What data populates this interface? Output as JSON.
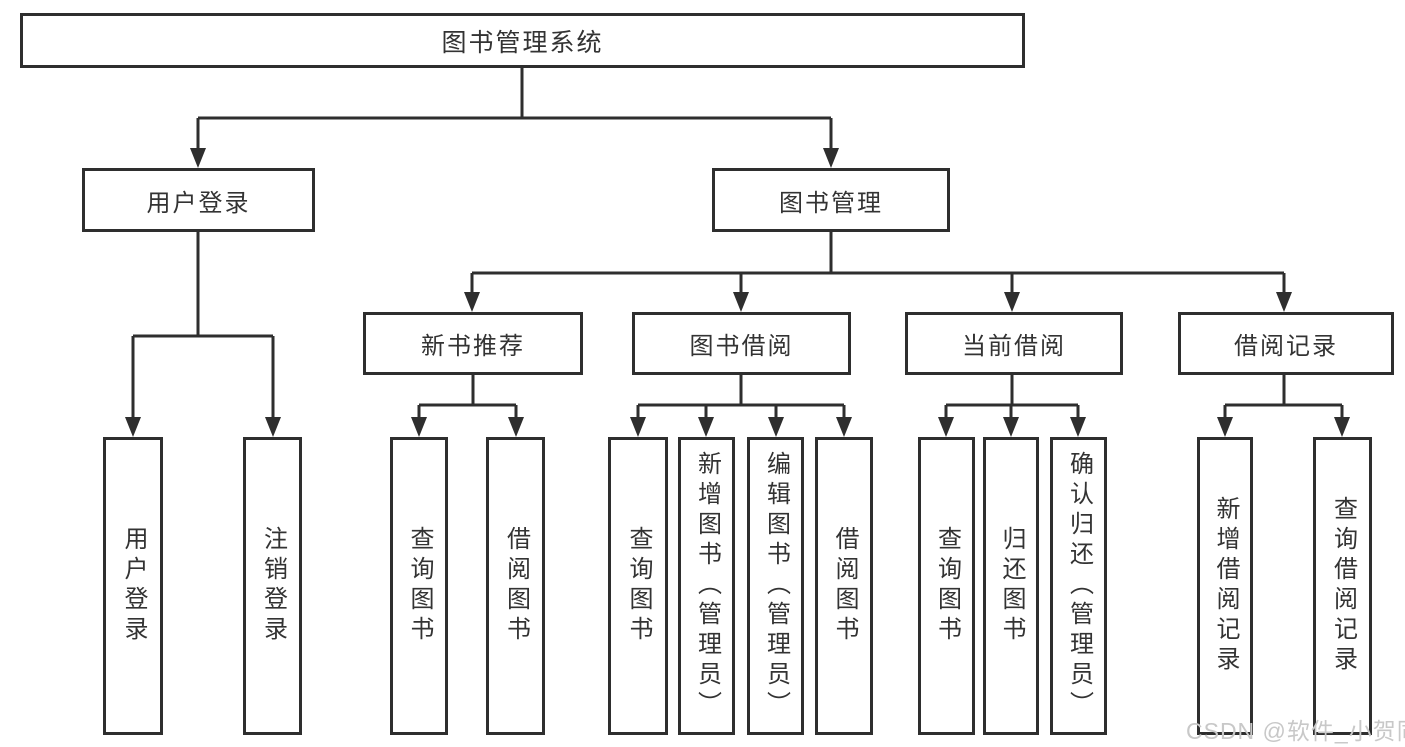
{
  "diagram": {
    "root": {
      "label": "图书管理系统"
    },
    "branches": [
      {
        "label": "用户登录",
        "children": [
          {
            "label": "用户登录"
          },
          {
            "label": "注销登录"
          }
        ]
      },
      {
        "label": "图书管理",
        "children": [
          {
            "label": "新书推荐",
            "children": [
              {
                "label": "查询图书"
              },
              {
                "label": "借阅图书"
              }
            ]
          },
          {
            "label": "图书借阅",
            "children": [
              {
                "label": "查询图书"
              },
              {
                "label": "新增图书（管理员）"
              },
              {
                "label": "编辑图书（管理员）"
              },
              {
                "label": "借阅图书"
              }
            ]
          },
          {
            "label": "当前借阅",
            "children": [
              {
                "label": "查询图书"
              },
              {
                "label": "归还图书"
              },
              {
                "label": "确认归还（管理员）"
              }
            ]
          },
          {
            "label": "借阅记录",
            "children": [
              {
                "label": "新增借阅记录"
              },
              {
                "label": "查询借阅记录"
              }
            ]
          }
        ]
      }
    ],
    "colors": {
      "line": "#2e2e2e",
      "box_border": "#2e2e2e",
      "text": "#333333",
      "background": "#ffffff"
    }
  },
  "watermark": {
    "text": "CSDN @软件_小贺同学",
    "color": "#c8c8c8"
  }
}
